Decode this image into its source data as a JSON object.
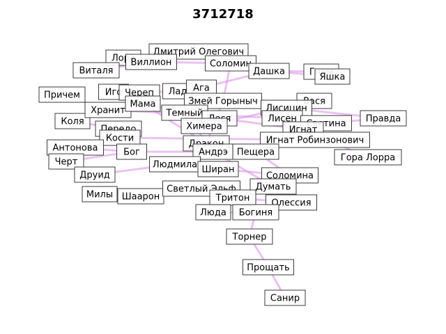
{
  "title": "3712718",
  "colors": {
    "edge": "#d98fe6",
    "node_border": "#3a3a3a",
    "node_fill": "#ffffff"
  },
  "nodes": [
    "Лора",
    "Дмитрий Олегович",
    "Виталя",
    "Виллион",
    "Соломин",
    "Дашка",
    "Гном",
    "Яшка",
    "Причем",
    "Иго",
    "Череп",
    "Лад",
    "Ага",
    "Вася",
    "Коля",
    "Хранит",
    "Мама",
    "Змей Горыныч",
    "Лисицин",
    "Правда",
    "Передо",
    "Темный",
    "Леся",
    "Лисен",
    "Светина",
    "Кости",
    "Химера",
    "Игнат",
    "Антонова",
    "Дракон",
    "Игнат Робинзонович",
    "Черт",
    "Бог",
    "Андрэ",
    "Пещера",
    "Гора Лорра",
    "Друид",
    "Людмила",
    "Ширан",
    "Соломина",
    "Милы",
    "Шаарон",
    "Светлый Эльф",
    "Думать",
    "Тритон",
    "Олессия",
    "Люда",
    "Богиня",
    "Торнер",
    "Прощать",
    "Санир"
  ],
  "edges": [
    [
      "Санир",
      "Прощать"
    ],
    [
      "Прощать",
      "Торнер"
    ],
    [
      "Торнер",
      "Богиня"
    ],
    [
      "Гном",
      "Дашка"
    ],
    [
      "Лисицин",
      "Правда"
    ],
    [
      "Светина",
      "Правда"
    ],
    [
      "Гора Лорра",
      "Игнат"
    ],
    [
      "Игнат",
      "Светина"
    ],
    [
      "Виллион",
      "Соломин"
    ],
    [
      "Соломин",
      "Змей Горыныч"
    ],
    [
      "Змей Горыныч",
      "Вася"
    ],
    [
      "Мама",
      "Леся"
    ],
    [
      "Леся",
      "Игнат"
    ],
    [
      "Темный",
      "Химера"
    ],
    [
      "Химера",
      "Лисицин"
    ],
    [
      "Дракон",
      "Пещера"
    ],
    [
      "Андрэ",
      "Думать"
    ],
    [
      "Светлый Эльф",
      "Тритон"
    ],
    [
      "Тритон",
      "Олессия"
    ],
    [
      "Богиня",
      "Люда"
    ],
    [
      "Людмила",
      "Ширан"
    ],
    [
      "Ширан",
      "Соломина"
    ],
    [
      "Бог",
      "Андрэ"
    ],
    [
      "Кости",
      "Игнат Робинзонович"
    ],
    [
      "Хранит",
      "Лисен"
    ],
    [
      "Череп",
      "Лад"
    ],
    [
      "Лад",
      "Ага"
    ],
    [
      "Ага",
      "Дашка"
    ],
    [
      "Дмитрий Олегович",
      "Дашка"
    ],
    [
      "Виталя",
      "Виллион"
    ],
    [
      "Лора",
      "Виллион"
    ],
    [
      "Передо",
      "Кости"
    ],
    [
      "Коля",
      "Передо"
    ],
    [
      "Антонова",
      "Бог"
    ],
    [
      "Черт",
      "Бог"
    ],
    [
      "Друид",
      "Людмила"
    ],
    [
      "Милы",
      "Шаарон"
    ],
    [
      "Шаарон",
      "Светлый Эльф"
    ],
    [
      "Причем",
      "Хранит"
    ],
    [
      "Иго",
      "Мама"
    ],
    [
      "Яшка",
      "Дашка"
    ],
    [
      "Лисен",
      "Светина"
    ],
    [
      "Пещера",
      "Соломина"
    ],
    [
      "Думать",
      "Олессия"
    ],
    [
      "Дракон",
      "Змей Горыныч"
    ],
    [
      "Мама",
      "Дракон"
    ],
    [
      "Темный",
      "Андрэ"
    ]
  ]
}
